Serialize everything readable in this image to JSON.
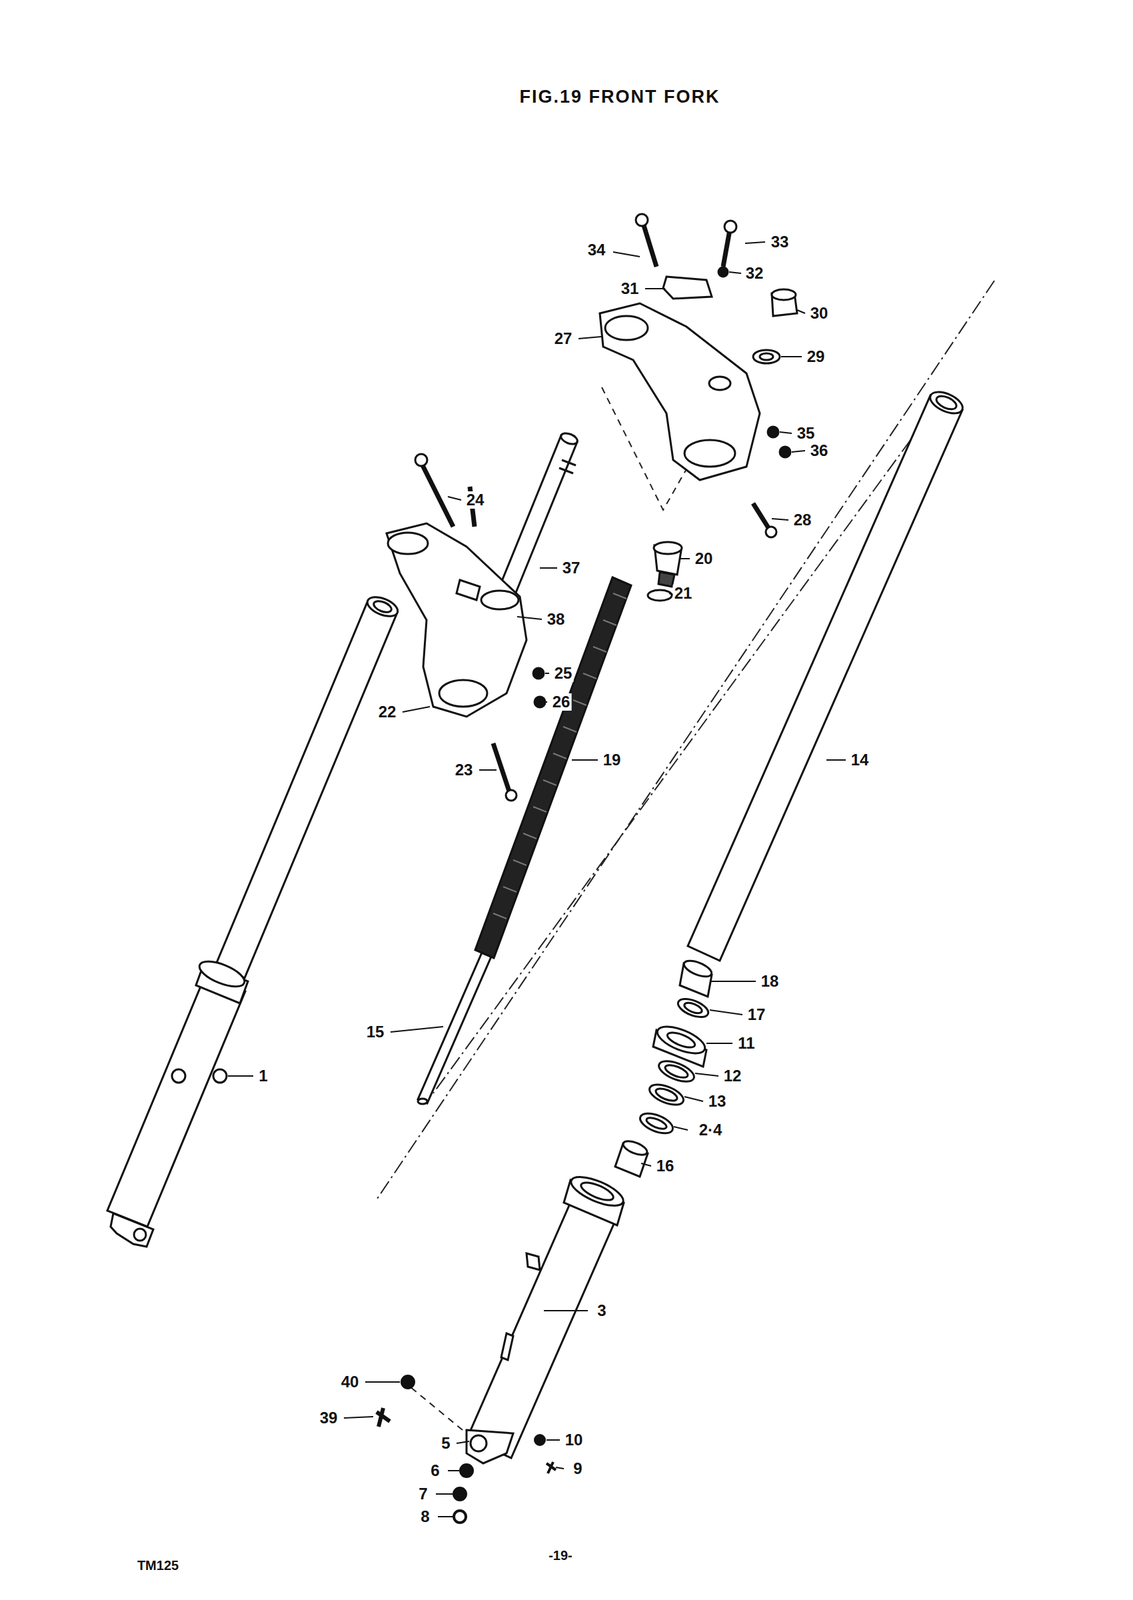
{
  "diagram": {
    "title": "FIG.19 FRONT FORK",
    "labels": [
      "34",
      "33",
      "32",
      "31",
      "30",
      "29",
      "27",
      "35",
      "36",
      "24",
      "28",
      "20",
      "37",
      "21",
      "38",
      "25",
      "26",
      "22",
      "23",
      "19",
      "14",
      "18",
      "15",
      "17",
      "11",
      "1",
      "12",
      "13",
      "2·4",
      "16",
      "3",
      "40",
      "39",
      "5",
      "10",
      "6",
      "9",
      "7",
      "8",
      "TM125",
      "-19-"
    ]
  }
}
